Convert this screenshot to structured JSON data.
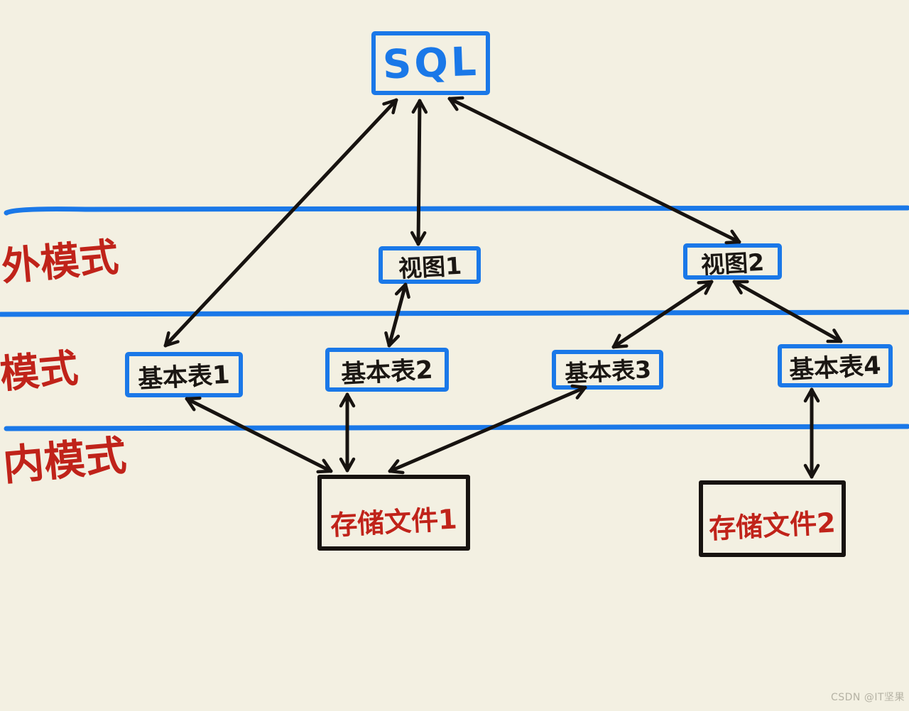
{
  "diagram": {
    "description_type": "hand-drawn database three-schema architecture sketch",
    "nodes": {
      "sql": {
        "label": "SQL"
      },
      "view1": {
        "label": "视图1"
      },
      "view2": {
        "label": "视图2"
      },
      "table1": {
        "label": "基本表1"
      },
      "table2": {
        "label": "基本表2"
      },
      "table3": {
        "label": "基本表3"
      },
      "table4": {
        "label": "基本表4"
      },
      "file1": {
        "label": "存储文件1"
      },
      "file2": {
        "label": "存储文件2"
      }
    },
    "layers": {
      "external": {
        "label": "外模式"
      },
      "conceptual": {
        "label": "模式"
      },
      "internal": {
        "label": "内模式"
      }
    },
    "edges": [
      {
        "from": "sql",
        "to": "table1",
        "bidirectional": true
      },
      {
        "from": "sql",
        "to": "view1",
        "bidirectional": true
      },
      {
        "from": "sql",
        "to": "view2",
        "bidirectional": true
      },
      {
        "from": "view1",
        "to": "table2",
        "bidirectional": true
      },
      {
        "from": "view2",
        "to": "table3",
        "bidirectional": true
      },
      {
        "from": "view2",
        "to": "table4",
        "bidirectional": true
      },
      {
        "from": "table1",
        "to": "file1",
        "bidirectional": true
      },
      {
        "from": "table2",
        "to": "file1",
        "bidirectional": true
      },
      {
        "from": "table3",
        "to": "file1",
        "bidirectional": true
      },
      {
        "from": "table4",
        "to": "file2",
        "bidirectional": true
      }
    ],
    "colors": {
      "background": "#f3f0e2",
      "box_blue": "#1a78e8",
      "label_red": "#c0231a",
      "stroke_black": "#171310",
      "watermark_gray": "#b5b2a4"
    }
  },
  "watermark": {
    "text": "CSDN @IT坚果"
  }
}
